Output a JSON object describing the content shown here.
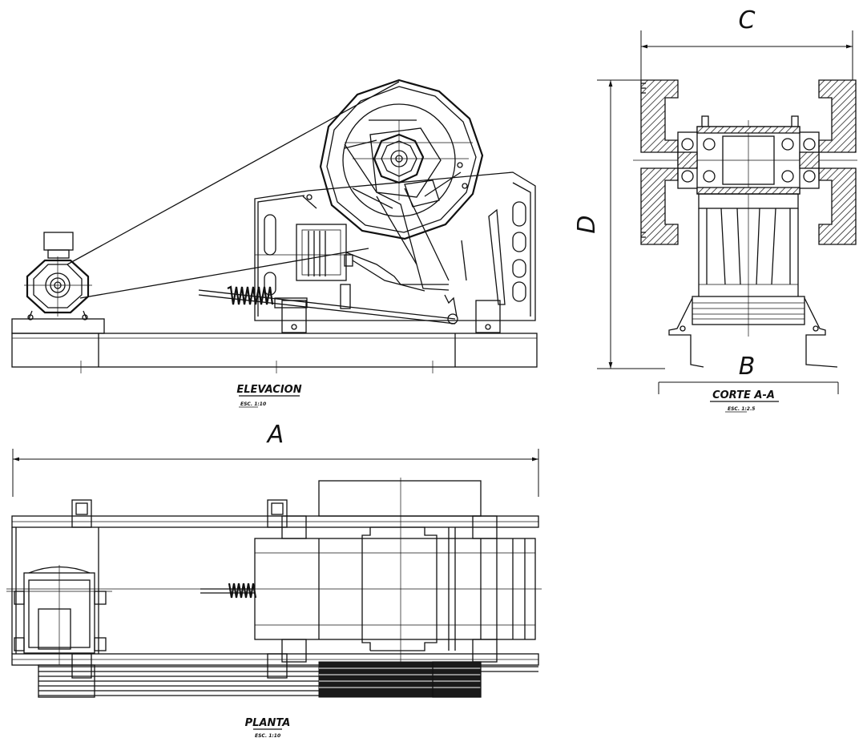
{
  "views": {
    "elevation": {
      "title": "ELEVACION",
      "scale": "ESC. 1:10"
    },
    "section": {
      "title": "CORTE A-A",
      "scale": "ESC. 1:2.5"
    },
    "plan": {
      "title": "PLANTA",
      "scale": "ESC. 1:10"
    }
  },
  "dimensions": {
    "A": "A",
    "B": "B",
    "C": "C",
    "D": "D"
  }
}
